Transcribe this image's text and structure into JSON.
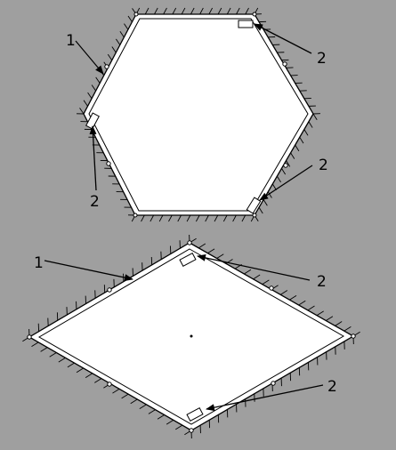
{
  "background_color": "#9f9f9f",
  "panel_fill": "#ffffff",
  "stroke_color": "#000000",
  "figures": [
    {
      "shape": "hexagon",
      "labels": [
        {
          "text": "1",
          "refers_to": "edge"
        },
        {
          "text": "2",
          "refers_to": "corner-patch"
        },
        {
          "text": "2",
          "refers_to": "corner-patch"
        },
        {
          "text": "2",
          "refers_to": "corner-patch"
        }
      ]
    },
    {
      "shape": "rhombus",
      "labels": [
        {
          "text": "1",
          "refers_to": "edge"
        },
        {
          "text": "2",
          "refers_to": "corner-patch"
        },
        {
          "text": "2",
          "refers_to": "corner-patch"
        }
      ]
    }
  ]
}
